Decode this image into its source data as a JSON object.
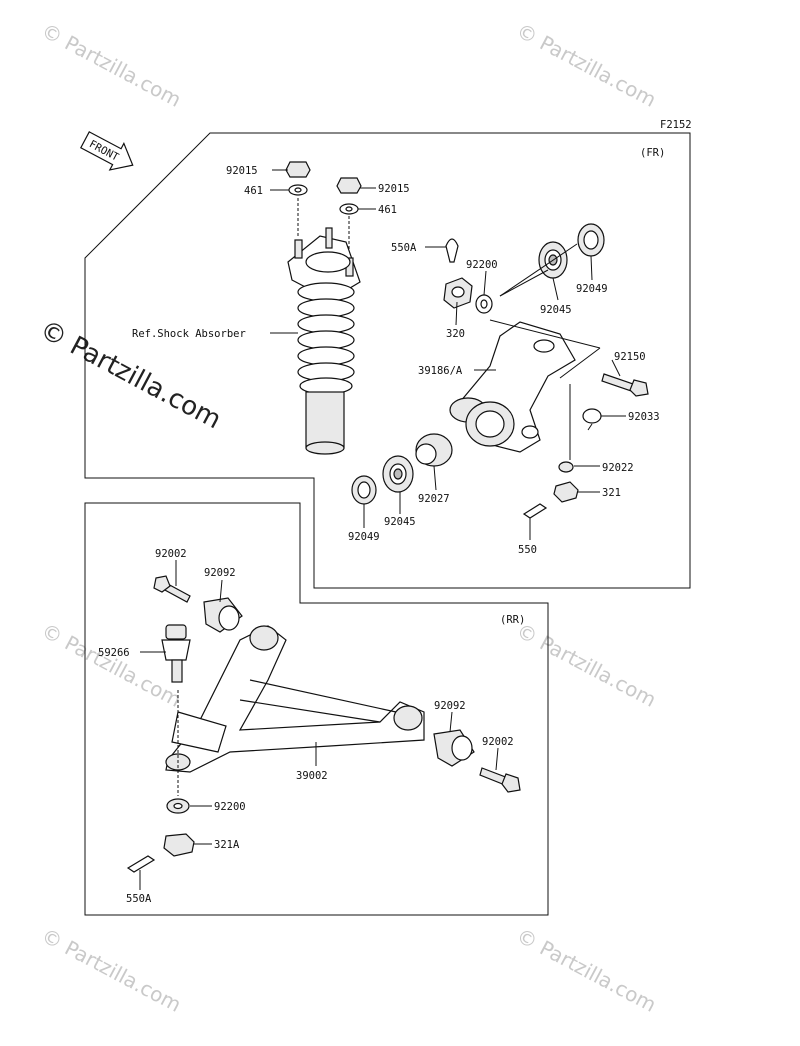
{
  "diagram": {
    "code": "F2152",
    "front_label": "FRONT",
    "section_fr": "(FR)",
    "section_rr": "(RR)",
    "watermark_text": "© Partzilla.com"
  },
  "labels": {
    "p92015a": "92015",
    "p461a": "461",
    "p92015b": "92015",
    "p461b": "461",
    "p550A_top": "550A",
    "p92200_top": "92200",
    "p92049_top": "92049",
    "p92045_top": "92045",
    "p320": "320",
    "p92150": "92150",
    "p39186A": "39186/A",
    "ref_shock": "Ref.Shock Absorber",
    "p92033": "92033",
    "p92022": "92022",
    "p321": "321",
    "p92027": "92027",
    "p92045_bot": "92045",
    "p92049_bot": "92049",
    "p550": "550",
    "p92002_top": "92002",
    "p92092_top": "92092",
    "p59266": "59266",
    "p92092_right": "92092",
    "p92002_right": "92002",
    "p39002": "39002",
    "p92200_bot": "92200",
    "p321A": "321A",
    "p550A_bot": "550A"
  }
}
